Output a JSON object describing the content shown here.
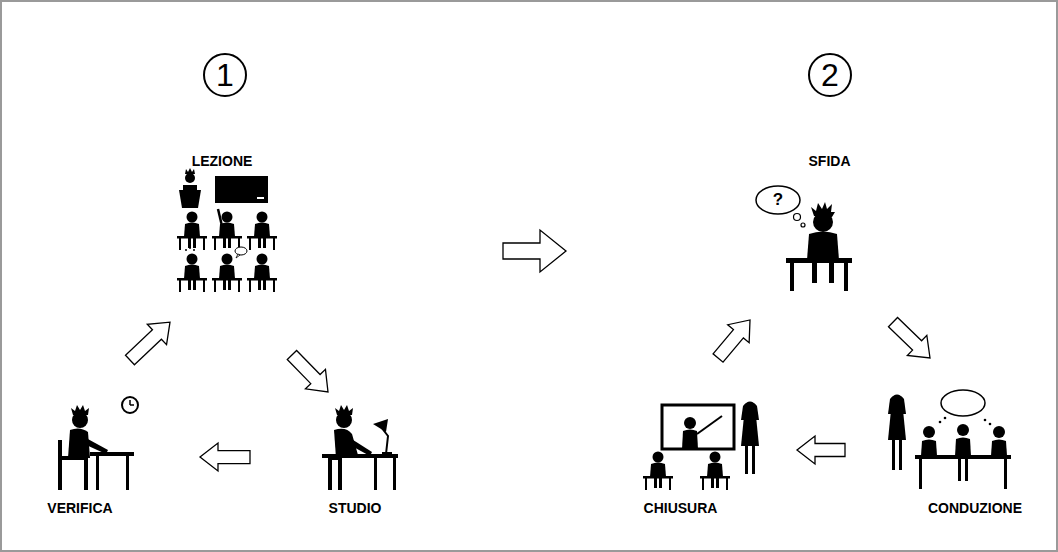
{
  "diagram": {
    "nodes": [
      {
        "text": [
          "1"
        ]
      },
      {
        "text": [
          "LEZIONE"
        ]
      },
      {
        "text": [
          "STUDIO"
        ]
      },
      {
        "text": [
          "VERIFICA"
        ]
      },
      {
        "text": [
          "2"
        ]
      },
      {
        "text": [
          "SFIDA"
        ]
      },
      {
        "text": [
          "CONDUZIONE"
        ]
      },
      {
        "text": [
          "CHIUSURA"
        ]
      }
    ],
    "edges": [
      {
        "from": 1,
        "to": 2,
        "arrow": "to"
      },
      {
        "from": 2,
        "to": 3,
        "arrow": "to"
      },
      {
        "from": 3,
        "to": 1,
        "arrow": "to"
      },
      {
        "from": 5,
        "to": 6,
        "arrow": "to"
      },
      {
        "from": 6,
        "to": 7,
        "arrow": "to"
      },
      {
        "from": 7,
        "to": 5,
        "arrow": "to"
      }
    ],
    "labels": [
      "?"
    ]
  }
}
